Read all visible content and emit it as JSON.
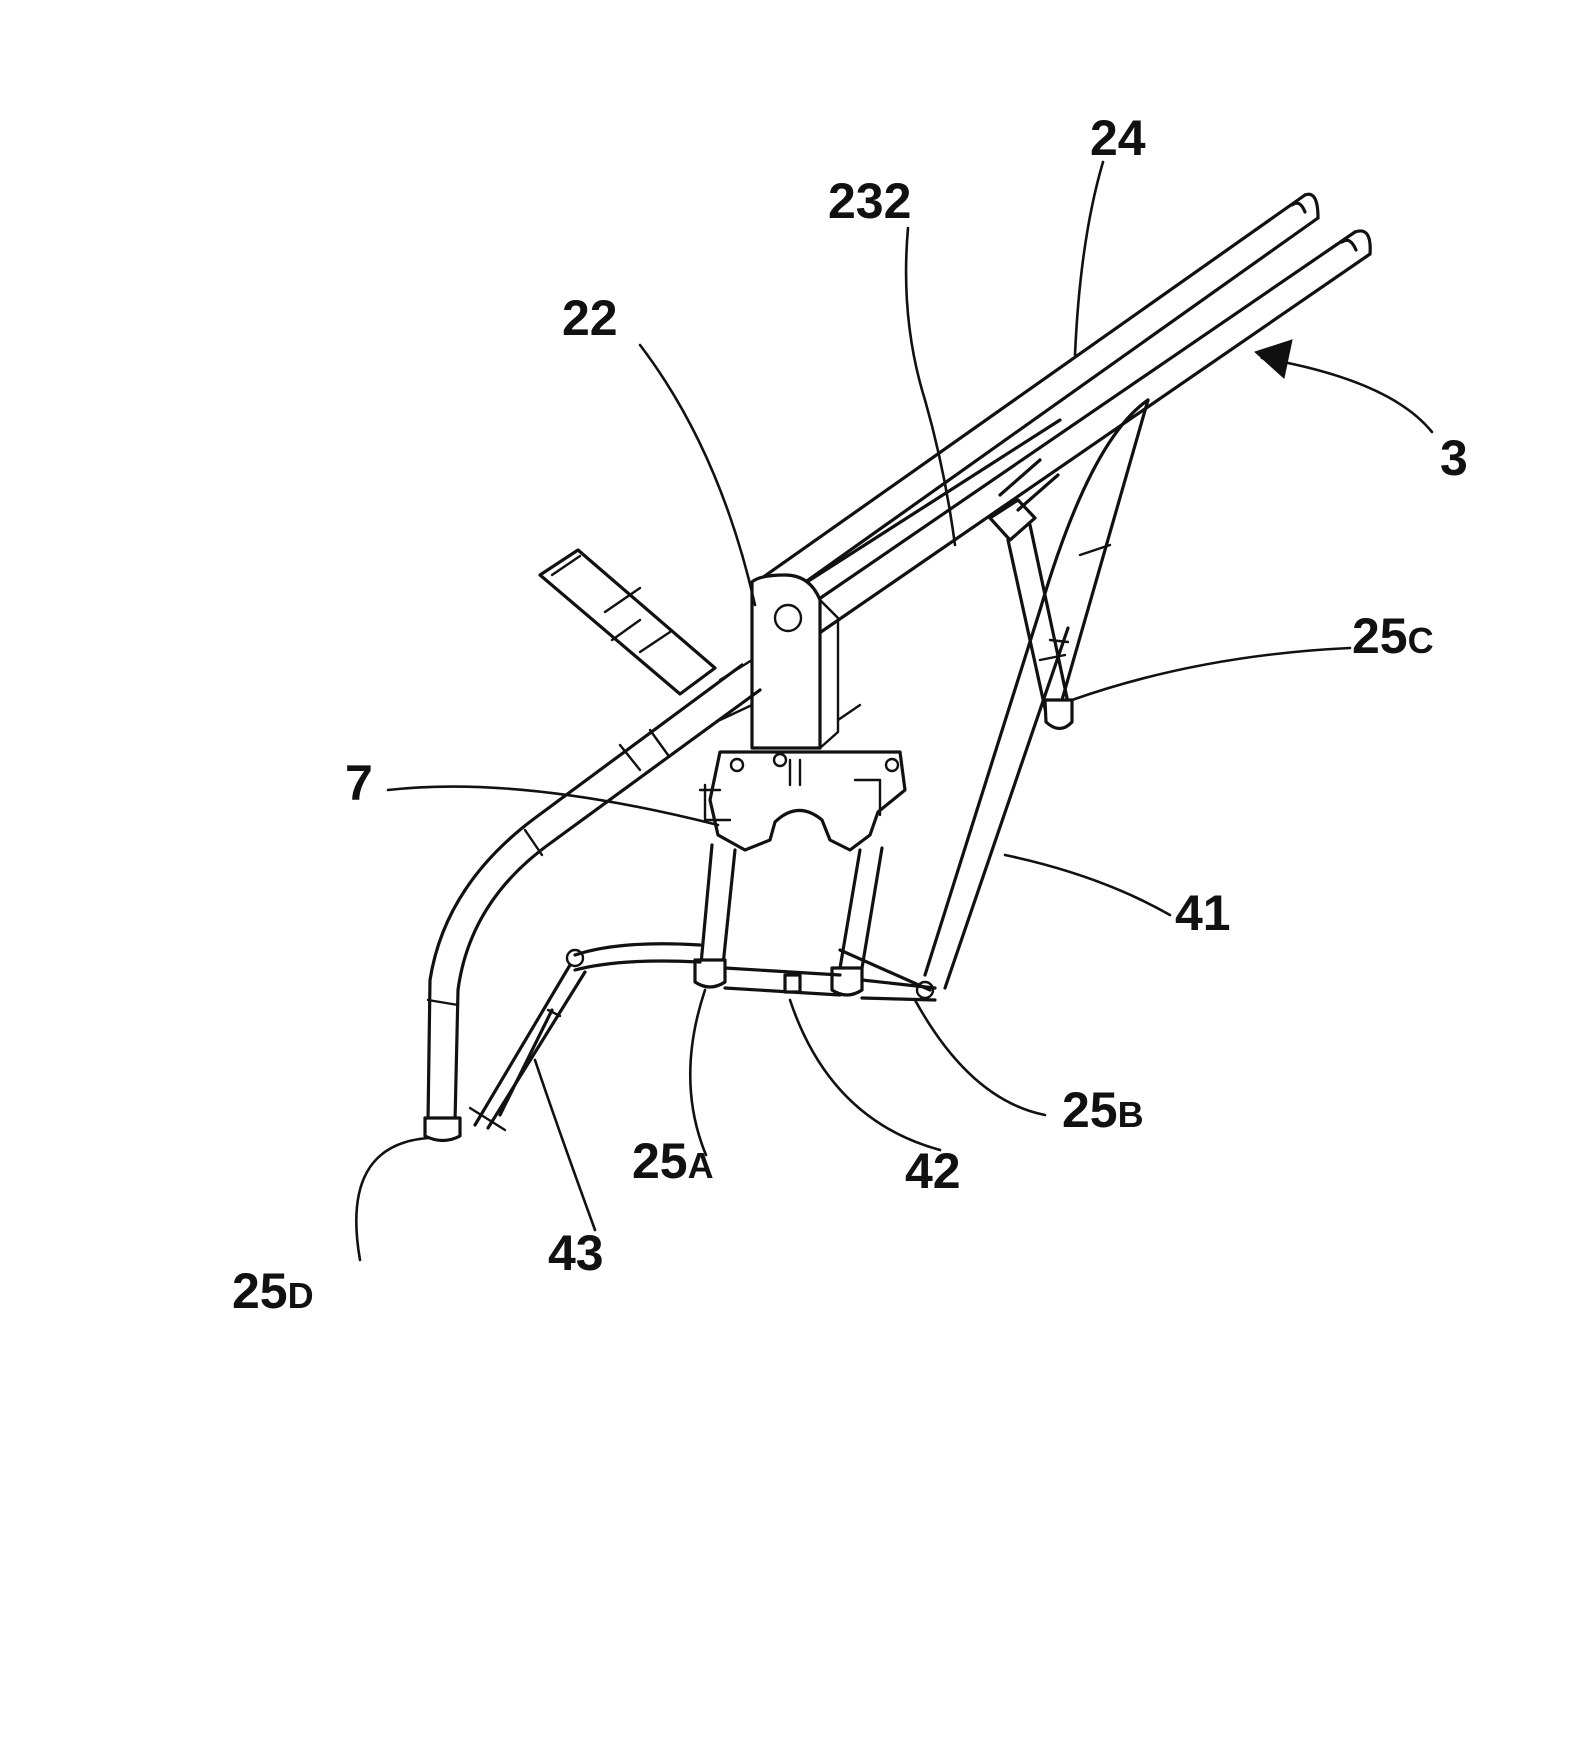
{
  "labels": {
    "l24": "24",
    "l232": "232",
    "l22": "22",
    "l3": "3",
    "l25c_num": "25",
    "l25c_sub": "C",
    "l7": "7",
    "l41": "41",
    "l25b_num": "25",
    "l25b_sub": "B",
    "l25a_num": "25",
    "l25a_sub": "A",
    "l42": "42",
    "l43": "43",
    "l25d_num": "25",
    "l25d_sub": "D"
  }
}
